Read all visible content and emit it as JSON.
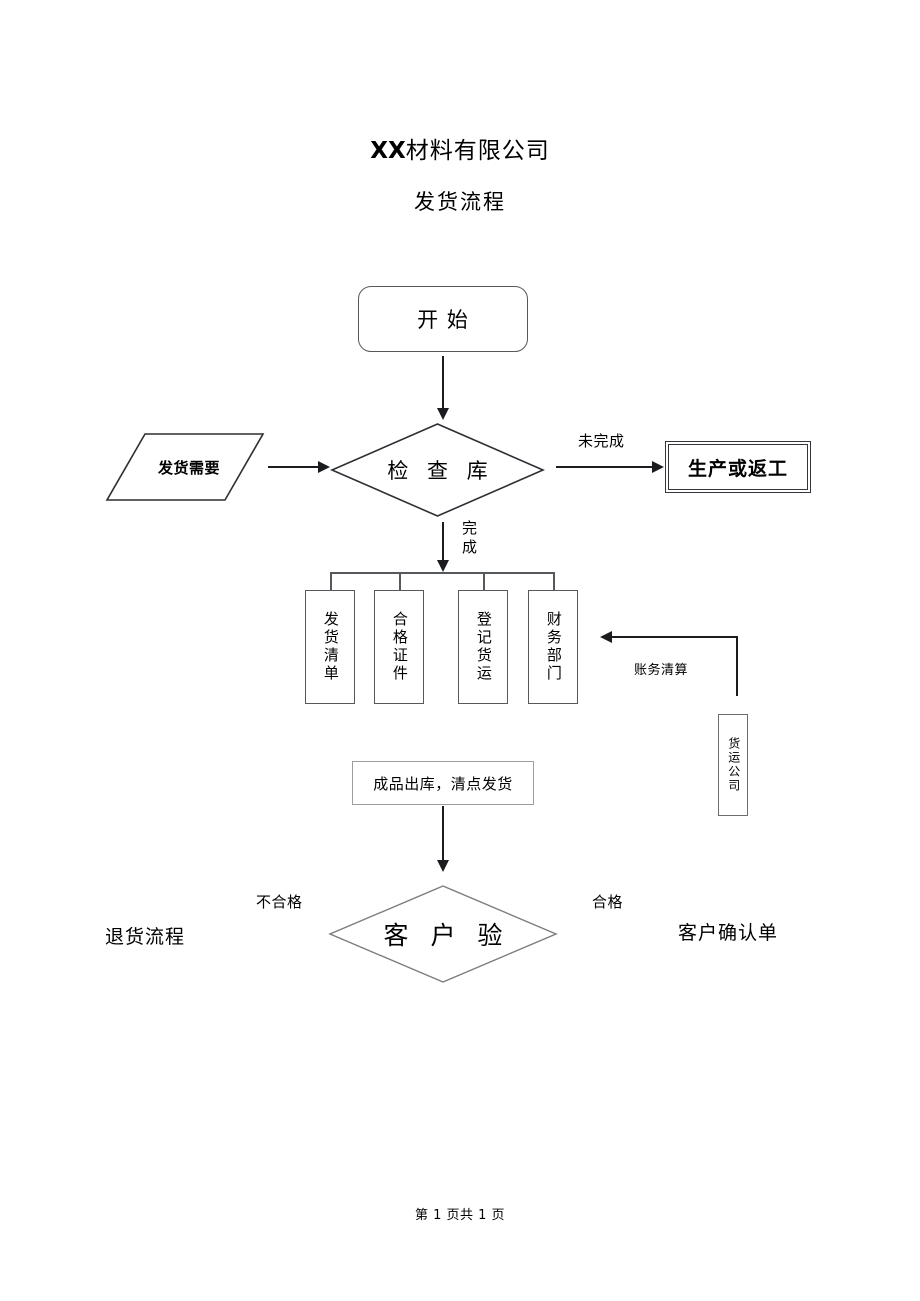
{
  "document": {
    "title_latin": "XX",
    "title_cn": "材料有限公司",
    "subtitle": "发货流程",
    "footer": "第 1 页共 1 页"
  },
  "nodes": {
    "start": "开  始",
    "demand": "发货需要",
    "check_stock": "检 查 库",
    "rework": "生产或返工",
    "doc_boxes": [
      {
        "label": "发货清单"
      },
      {
        "label": "合格证件"
      },
      {
        "label": "登记货运"
      },
      {
        "label": "财务部门"
      }
    ],
    "freight_company": "货运公司",
    "outbound": "成品出库，清点发货",
    "customer_check": "客 户 验"
  },
  "edge_labels": {
    "incomplete": "未完成",
    "complete": "完成",
    "settlement": "账务清算",
    "fail": "不合格",
    "pass": "合格"
  },
  "side_labels": {
    "return_flow": "退货流程",
    "customer_confirm": "客户确认单"
  },
  "chart_data": {
    "type": "diagram",
    "diagram_kind": "flowchart",
    "title": "XX 材料有限公司 发货流程",
    "nodes": [
      {
        "id": "start",
        "shape": "rounded-rectangle",
        "text": "开  始"
      },
      {
        "id": "demand",
        "shape": "parallelogram",
        "text": "发货需要"
      },
      {
        "id": "check_stock",
        "shape": "diamond",
        "text": "检 查 库"
      },
      {
        "id": "rework",
        "shape": "double-rectangle",
        "text": "生产或返工"
      },
      {
        "id": "shipping_list",
        "shape": "rectangle-vertical-text",
        "text": "发货清单"
      },
      {
        "id": "quality_cert",
        "shape": "rectangle-vertical-text",
        "text": "合格证件"
      },
      {
        "id": "register_freight",
        "shape": "rectangle-vertical-text",
        "text": "登记货运"
      },
      {
        "id": "finance_dept",
        "shape": "rectangle-vertical-text",
        "text": "财务部门"
      },
      {
        "id": "freight_company",
        "shape": "rectangle-vertical-text",
        "text": "货运公司"
      },
      {
        "id": "outbound",
        "shape": "rectangle",
        "text": "成品出库，清点发货"
      },
      {
        "id": "customer_check",
        "shape": "diamond",
        "text": "客 户 验"
      }
    ],
    "edges": [
      {
        "from": "start",
        "to": "check_stock",
        "label": ""
      },
      {
        "from": "demand",
        "to": "check_stock",
        "label": ""
      },
      {
        "from": "check_stock",
        "to": "rework",
        "label": "未完成"
      },
      {
        "from": "check_stock",
        "to": "doc_bus",
        "label": "完成"
      },
      {
        "from": "doc_bus",
        "to": "shipping_list",
        "label": ""
      },
      {
        "from": "doc_bus",
        "to": "quality_cert",
        "label": ""
      },
      {
        "from": "doc_bus",
        "to": "register_freight",
        "label": ""
      },
      {
        "from": "doc_bus",
        "to": "finance_dept",
        "label": ""
      },
      {
        "from": "freight_company",
        "to": "finance_dept",
        "label": "账务清算"
      },
      {
        "from": "outbound",
        "to": "customer_check",
        "label": ""
      },
      {
        "from": "customer_check",
        "to": "return_flow",
        "label": "不合格"
      },
      {
        "from": "customer_check",
        "to": "customer_confirm",
        "label": "合格"
      }
    ]
  }
}
